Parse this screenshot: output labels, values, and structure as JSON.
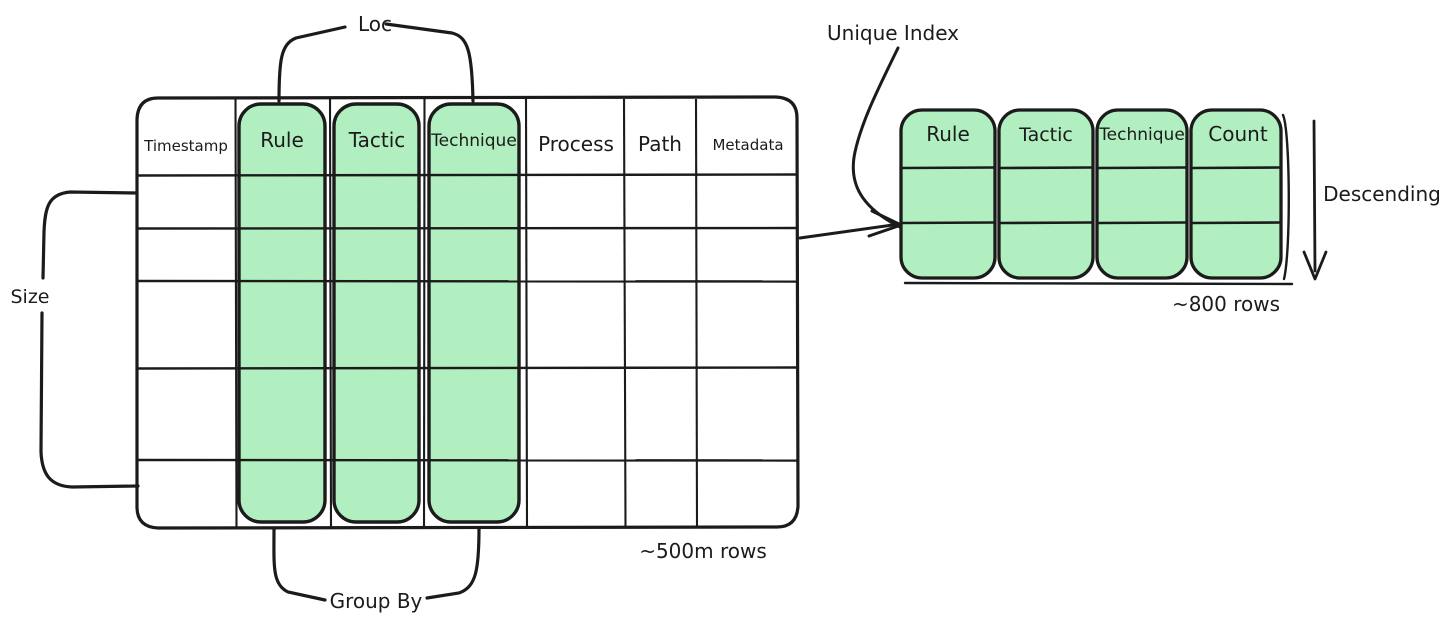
{
  "diagram": {
    "title": "Events table to aggregated unique-index table",
    "colors": {
      "highlight_green": "#b1efc0",
      "stroke": "#1b1b1b",
      "background": "#ffffff"
    },
    "source_table": {
      "name": "events-table",
      "columns": [
        {
          "label": "Timestamp",
          "highlighted": false
        },
        {
          "label": "Rule",
          "highlighted": true
        },
        {
          "label": "Tactic",
          "highlighted": true
        },
        {
          "label": "Technique",
          "highlighted": true
        },
        {
          "label": "Process",
          "highlighted": false
        },
        {
          "label": "Path",
          "highlighted": false
        },
        {
          "label": "Metadata",
          "highlighted": false
        }
      ],
      "row_count_label": "~500m rows",
      "brackets": {
        "top": {
          "label": "Loc",
          "spans": [
            "Rule",
            "Tactic",
            "Technique"
          ]
        },
        "bottom": {
          "label": "Group By",
          "spans": [
            "Rule",
            "Tactic",
            "Technique"
          ]
        },
        "left": {
          "label": "Size",
          "spans": "all-rows"
        }
      }
    },
    "target_table": {
      "name": "aggregate-table",
      "columns": [
        {
          "label": "Rule",
          "highlighted": true
        },
        {
          "label": "Tactic",
          "highlighted": true
        },
        {
          "label": "Technique",
          "highlighted": true
        },
        {
          "label": "Count",
          "highlighted": true
        }
      ],
      "row_count_label": "~800 rows",
      "annotations": {
        "index": "Unique Index",
        "sort_order": "Descending"
      }
    }
  }
}
